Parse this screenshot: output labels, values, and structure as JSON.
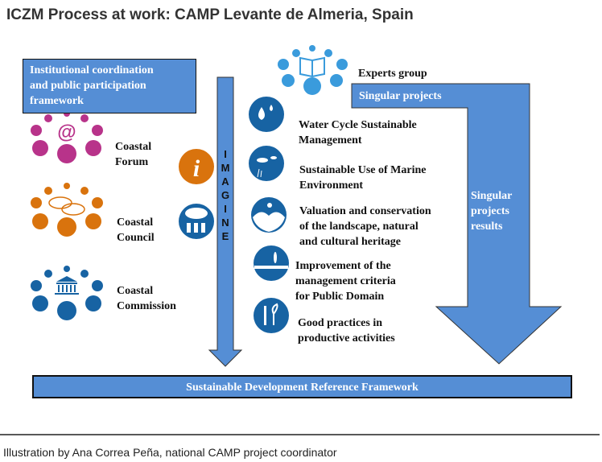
{
  "title": "ICZM Process at work: CAMP Levante de Almeria, Spain",
  "left_box": {
    "lines": [
      "Institutional coordination",
      "and public participation",
      "framework"
    ]
  },
  "bodies": [
    {
      "lines": [
        "Coastal",
        "Forum"
      ],
      "icon": "at-sign-people-icon",
      "color": "#b8338a"
    },
    {
      "lines": [
        "Coastal",
        "Council"
      ],
      "icon": "speech-bubbles-people-icon",
      "color": "#d9730d"
    },
    {
      "lines": [
        "Coastal",
        "Commission"
      ],
      "icon": "government-building-people-icon",
      "color": "#1763a3"
    }
  ],
  "side_icons": [
    {
      "icon": "information-icon",
      "color": "#d9730d"
    },
    {
      "icon": "cloud-people-icon",
      "color": "#1763a3"
    }
  ],
  "imagine": [
    "I",
    "M",
    "A",
    "G",
    "I",
    "N",
    "E"
  ],
  "experts": {
    "label": "Experts group",
    "icon": "book-people-icon",
    "color": "#3a9bdc"
  },
  "singular_projects": "Singular projects",
  "results": [
    "Singular",
    "projects",
    "results"
  ],
  "projects": [
    {
      "lines": [
        "Water Cycle Sustainable",
        "Management"
      ],
      "icon": "water-drops-icon"
    },
    {
      "lines": [
        "Sustainable Use of Marine",
        "Environment"
      ],
      "icon": "fish-icon"
    },
    {
      "lines": [
        "Valuation and conservation",
        "of the landscape, natural",
        "and cultural heritage"
      ],
      "icon": "landscape-icon"
    },
    {
      "lines": [
        "Improvement of the",
        "management criteria",
        "for Public Domain"
      ],
      "icon": "beach-icon"
    },
    {
      "lines": [
        "Good practices in",
        "productive activities"
      ],
      "icon": "plant-tools-icon"
    }
  ],
  "framework": "Sustainable Development Reference Framework",
  "caption": "Illustration by Ana Correa Peña, national  CAMP project coordinator",
  "colors": {
    "arrow": "#558ed5",
    "dark_blue": "#1763a3"
  }
}
